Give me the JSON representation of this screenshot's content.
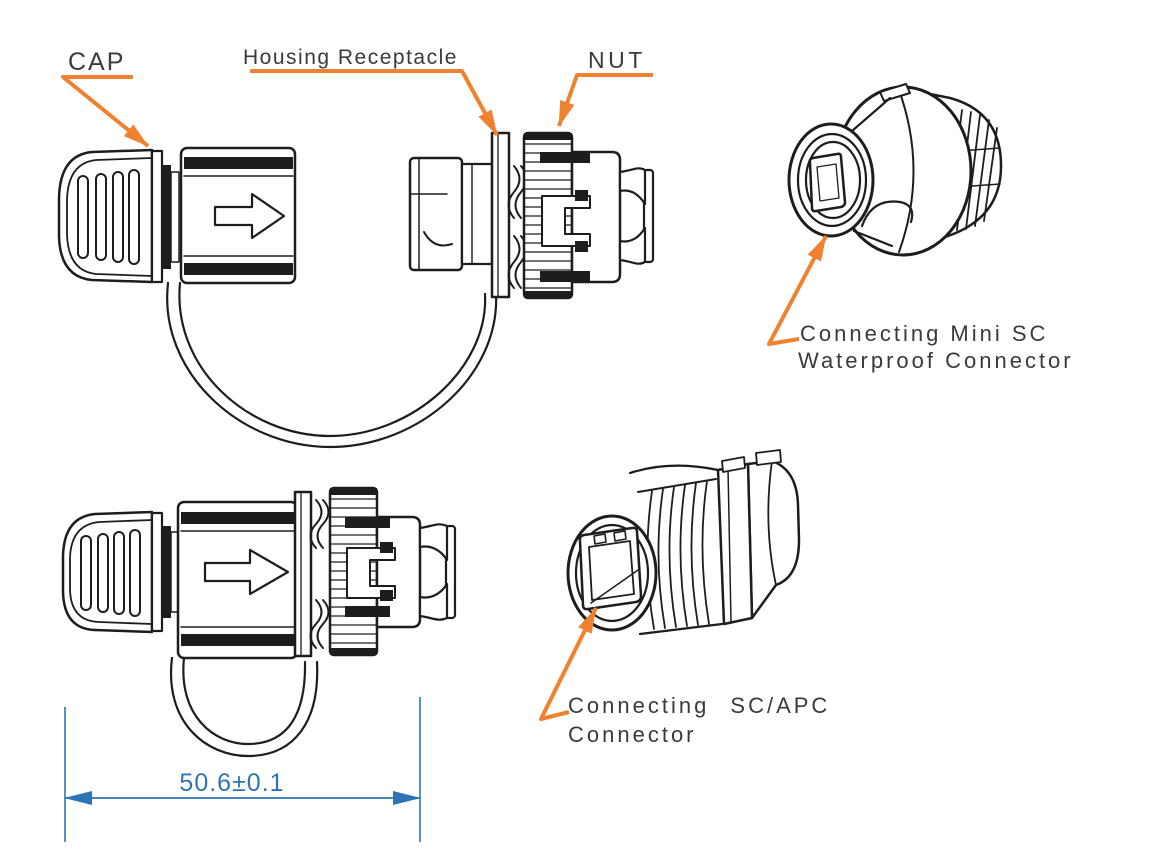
{
  "colors": {
    "background": "#ffffff",
    "line_art": "#1d1d1f",
    "label_text": "#3a3a3c",
    "leader_orange": "#F0812F",
    "dimension_blue": "#2E74B5"
  },
  "part_labels": {
    "cap": "CAP",
    "housing_receptacle": "Housing Receptacle",
    "nut": "NUT"
  },
  "captions": {
    "mini_sc": {
      "line1": "Connecting Mini SC",
      "line2": "Waterproof Connector"
    },
    "sc_apc": {
      "line1": "Connecting SC/APC",
      "line2": "Connector"
    }
  },
  "dimension": {
    "label": "50.6±0.1"
  },
  "icons": {
    "direction_arrow": "right-arrow"
  }
}
